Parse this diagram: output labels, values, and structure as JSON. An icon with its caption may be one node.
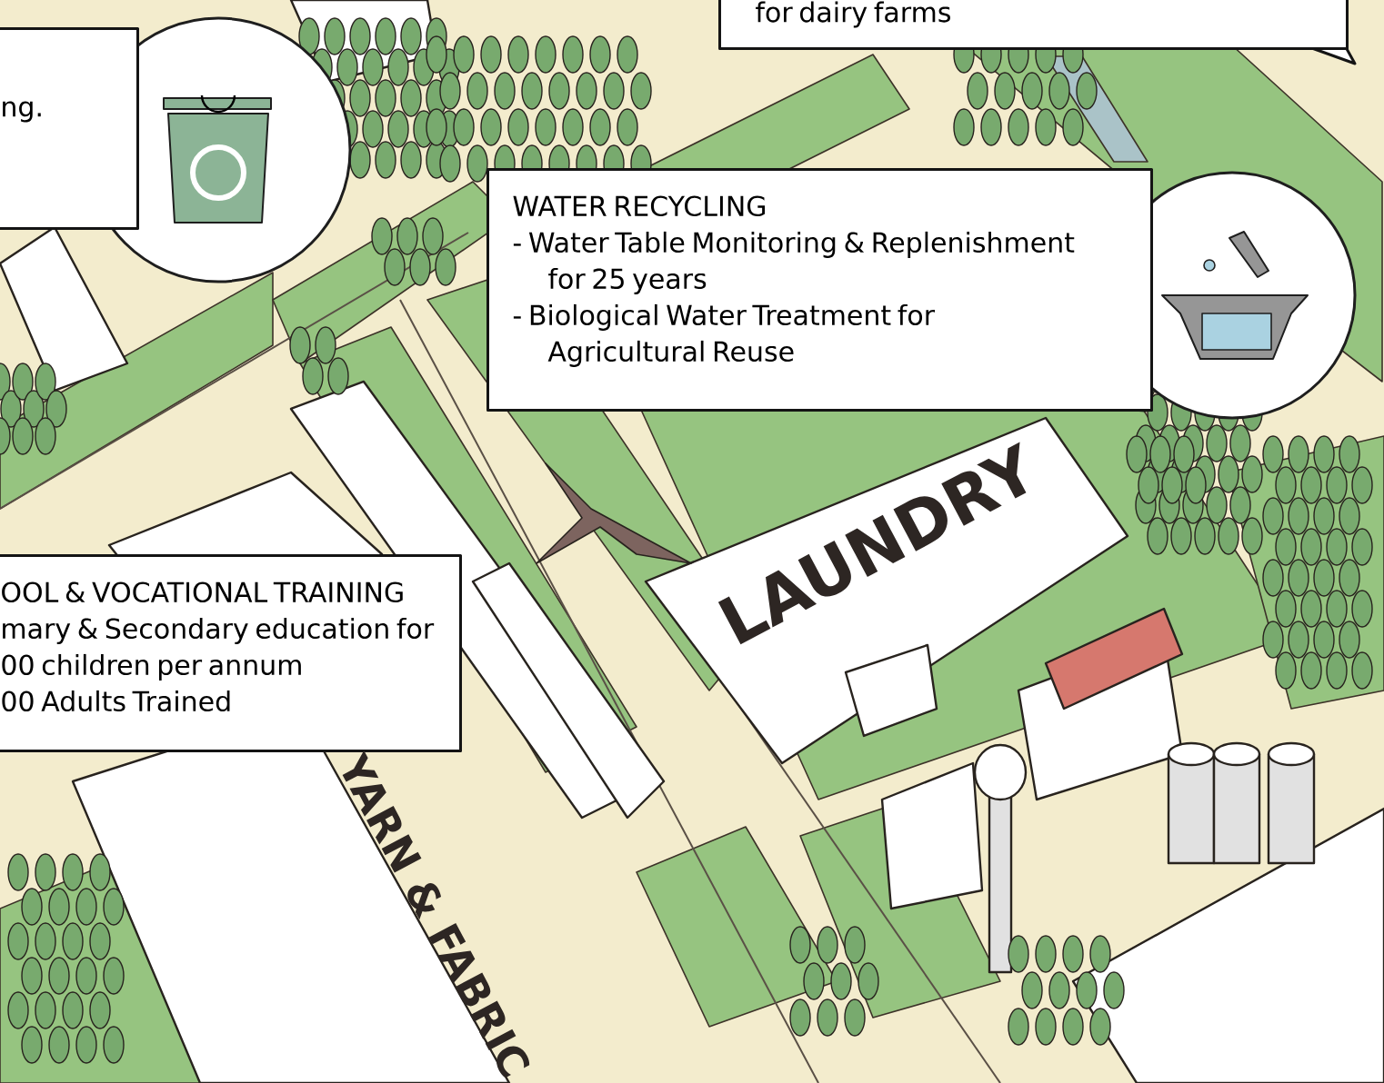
{
  "diagram": {
    "nodes": [
      {
        "text": [
          "for dairy farms"
        ]
      },
      {
        "text": [
          "ng."
        ]
      },
      {
        "text": [
          "WATER RECYCLING",
          "- Water Table Monitoring & Replenishment for 25 years",
          "- Biological Water Treatment for Agricultural Reuse"
        ]
      },
      {
        "text": [
          "OOL & VOCATIONAL TRAINING",
          "mary & Secondary education for 00 children per annum",
          "00 Adults Trained"
        ]
      }
    ],
    "labels": [
      "LAUNDRY",
      "YARN & FABRIC"
    ]
  }
}
